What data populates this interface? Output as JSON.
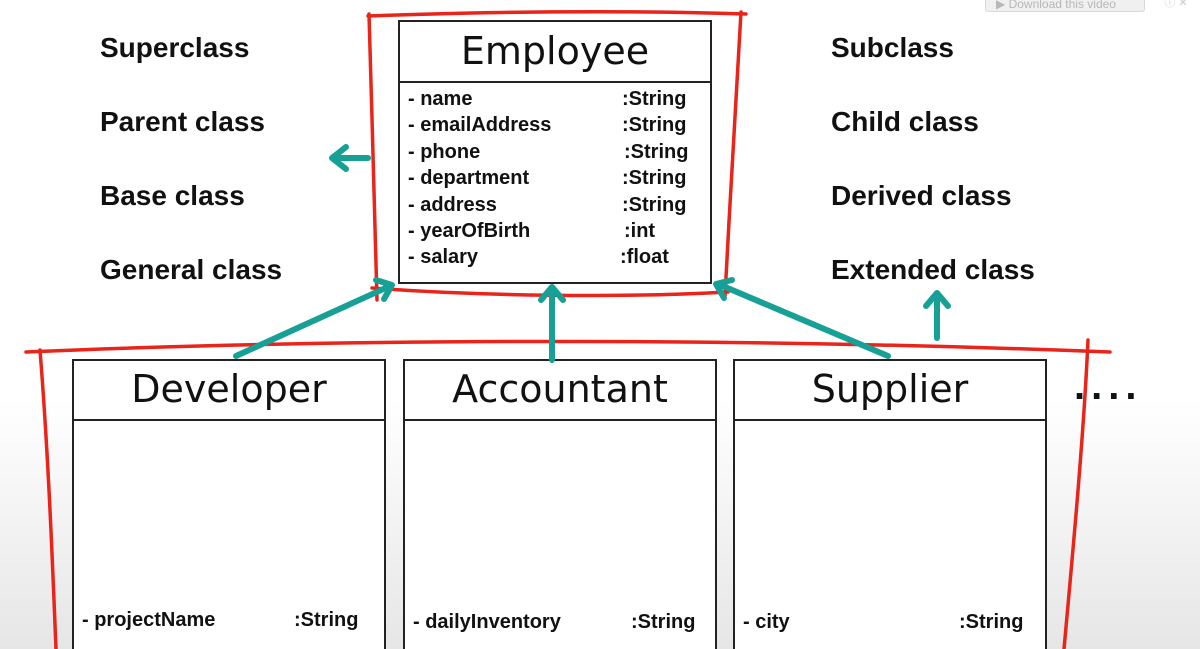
{
  "browser_overlay": {
    "download_label": "Download this video",
    "close_glyphs": "ⓘ ✕"
  },
  "left_labels": [
    "Superclass",
    "Parent class",
    "Base class",
    "General class"
  ],
  "right_labels": [
    "Subclass",
    "Child class",
    "Derived class",
    "Extended class"
  ],
  "superclass": {
    "name": "Employee",
    "attributes": [
      {
        "name": "- name",
        "type": ":String"
      },
      {
        "name": "- emailAddress",
        "type": ":String"
      },
      {
        "name": "- phone",
        "type": ":String"
      },
      {
        "name": "- department",
        "type": ":String"
      },
      {
        "name": "- address",
        "type": ":String"
      },
      {
        "name": "- yearOfBirth",
        "type": ":int"
      },
      {
        "name": "- salary",
        "type": ":float"
      }
    ]
  },
  "subclasses": [
    {
      "name": "Developer",
      "attributes": [
        {
          "name": "- projectName",
          "type": ":String"
        }
      ]
    },
    {
      "name": "Accountant",
      "attributes": [
        {
          "name": "- dailyInventory",
          "type": ":String"
        }
      ]
    },
    {
      "name": "Supplier",
      "attributes": [
        {
          "name": "- city",
          "type": ":String"
        }
      ]
    }
  ],
  "more_indicator": "....",
  "colors": {
    "outline_red": "#e8241b",
    "arrow_teal": "#16a096",
    "box_border": "#222222",
    "text": "#111111"
  }
}
